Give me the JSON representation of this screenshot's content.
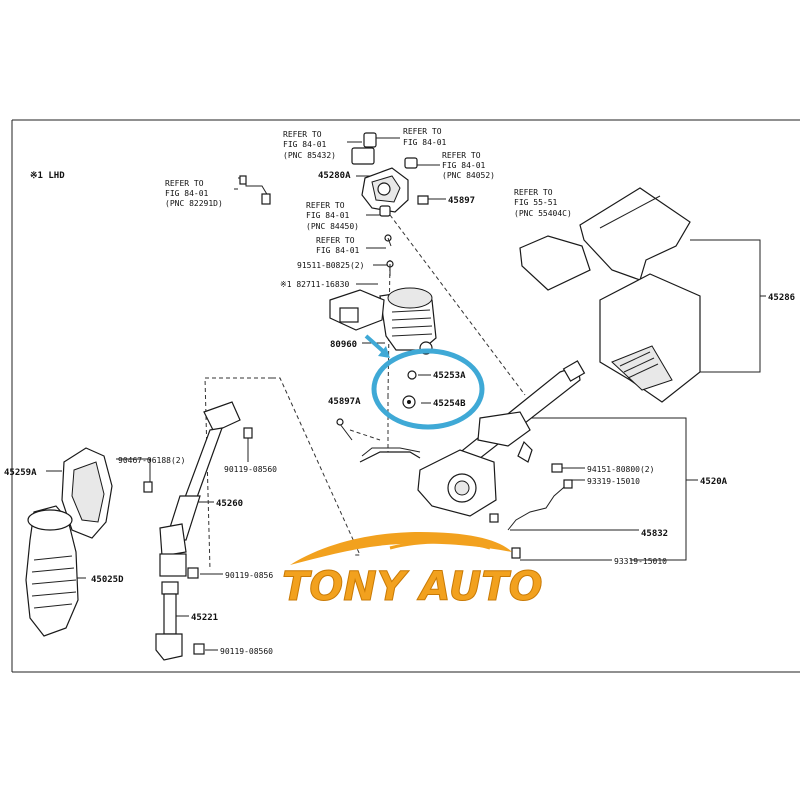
{
  "diagram": {
    "note": "※1 LHD",
    "refs": {
      "r1": [
        "REFER TO",
        "FIG 84-01",
        "(PNC 85432)"
      ],
      "r2": [
        "REFER TO",
        "FIG 84-01"
      ],
      "r3": [
        "REFER TO",
        "FIG 84-01",
        "(PNC 84052)"
      ],
      "r4": [
        "REFER TO",
        "FIG 84-01",
        "(PNC 82291D)"
      ],
      "r5": [
        "REFER TO",
        "FIG 84-01",
        "(PNC 84450)"
      ],
      "r6": [
        "REFER TO",
        "FIG 84-01"
      ],
      "r7": [
        "REFER TO",
        "FIG 55-51",
        "(PNC 55404C)"
      ]
    },
    "parts": {
      "p45280A": "45280A",
      "p45897": "45897",
      "p91511": "91511-B0825(2)",
      "p82711": "※1 82711-16830",
      "p80960": "80960",
      "p45253A": "45253A",
      "p45254B": "45254B",
      "p45897A": "45897A",
      "p45286": "45286",
      "p94151": "94151-80800(2)",
      "p93319a": "93319-15010",
      "p4520A": "4520A",
      "p45832": "45832",
      "p93319b": "93319-15010",
      "p90467": "90467-06188(2)",
      "p45259A": "45259A",
      "p90119a": "90119-08560",
      "p45260": "45260",
      "p90119b": "90119-0856",
      "p45025D": "45025D",
      "p45221": "45221",
      "p90119c": "90119-08560"
    },
    "watermark": "TONY AUTO",
    "highlight_color": "#3fa9d6",
    "watermark_color": "#f2a11e"
  }
}
